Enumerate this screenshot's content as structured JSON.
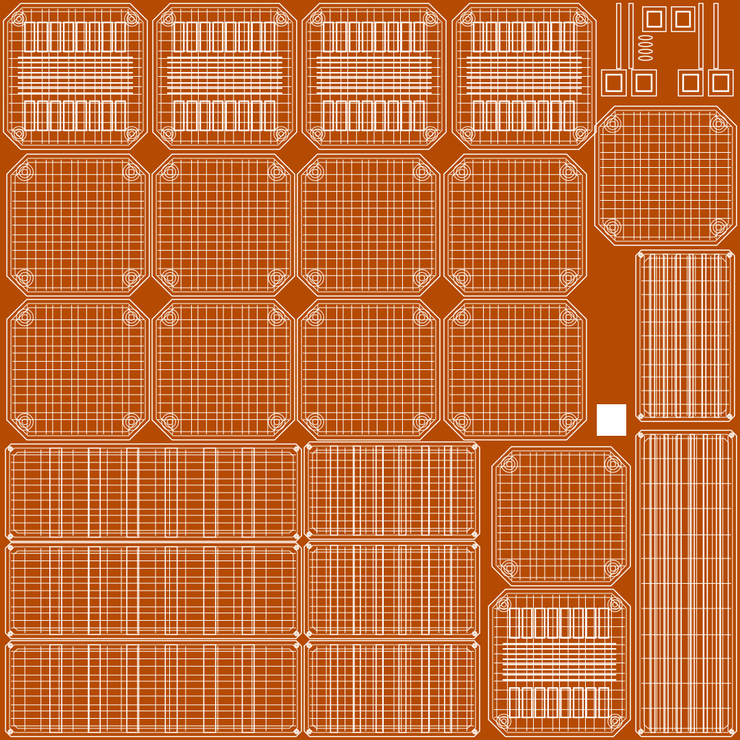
{
  "texture": {
    "background_color": "#b54a02",
    "wire_color": "#ffffff",
    "panel_kinds": [
      "grille-top",
      "rounded-face",
      "side-strip",
      "small-parts",
      "blank-swatch"
    ]
  }
}
